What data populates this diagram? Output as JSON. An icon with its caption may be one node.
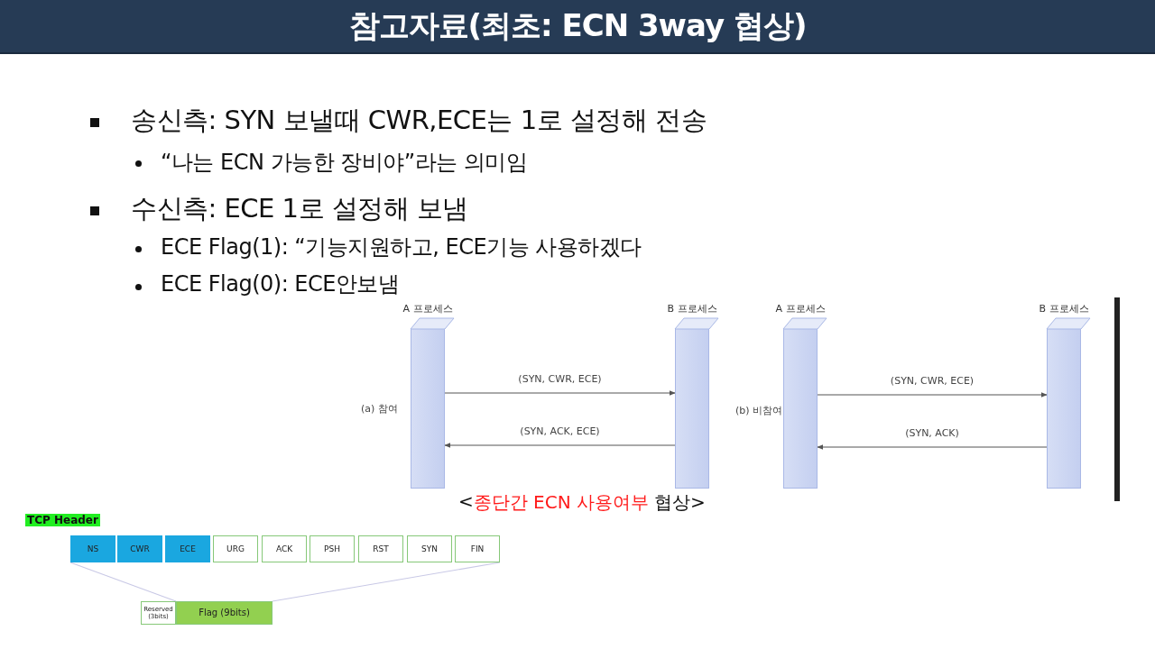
{
  "diagram": {
    "title": "참고자료(최초: ECN 3way 협상)",
    "nodes": [
      {
        "text": [
          "A 프로세스"
        ]
      },
      {
        "text": [
          "B 프로세스"
        ]
      },
      {
        "text": [
          "A 프로세스"
        ]
      },
      {
        "text": [
          "B 프로세스"
        ]
      },
      {
        "text": [
          "NS"
        ]
      },
      {
        "text": [
          "CWR"
        ]
      },
      {
        "text": [
          "ECE"
        ]
      },
      {
        "text": [
          "URG"
        ]
      },
      {
        "text": [
          "ACK"
        ]
      },
      {
        "text": [
          "PSH"
        ]
      },
      {
        "text": [
          "RST"
        ]
      },
      {
        "text": [
          "SYN"
        ]
      },
      {
        "text": [
          "FIN"
        ]
      },
      {
        "text": [
          "Reserved (3bits)"
        ]
      },
      {
        "text": [
          "Flag (9bits)"
        ]
      }
    ],
    "edges": [
      {
        "from": 0,
        "to": 1,
        "arrow": "to",
        "label": "(SYN, CWR, ECE)"
      },
      {
        "from": 1,
        "to": 0,
        "arrow": "to",
        "label": "(SYN, ACK, ECE)"
      },
      {
        "from": 2,
        "to": 3,
        "arrow": "to",
        "label": "(SYN, CWR, ECE)"
      },
      {
        "from": 3,
        "to": 2,
        "arrow": "to",
        "label": "(SYN, ACK)"
      },
      {
        "from": 4,
        "to": 14,
        "arrow": "none",
        "color": "#c9c9e6"
      },
      {
        "from": 12,
        "to": 14,
        "arrow": "none",
        "color": "#c9c9e6"
      }
    ],
    "labels": [
      "송신측: SYN 보낼때 CWR,ECE는 1로 설정해 전송",
      "“나는 ECN 가능한 장비야”라는 의미임",
      "수신측: ECE 1로 설정해 보냄",
      "ECE Flag(1): “기능지원하고, ECE기능 사용하겠다",
      "ECE Flag(0): ECE안보냄",
      "(a) 참여",
      "(b) 비참여",
      "<",
      "종단간 ECN 사용여부",
      "협상>",
      "TCP Header"
    ]
  }
}
